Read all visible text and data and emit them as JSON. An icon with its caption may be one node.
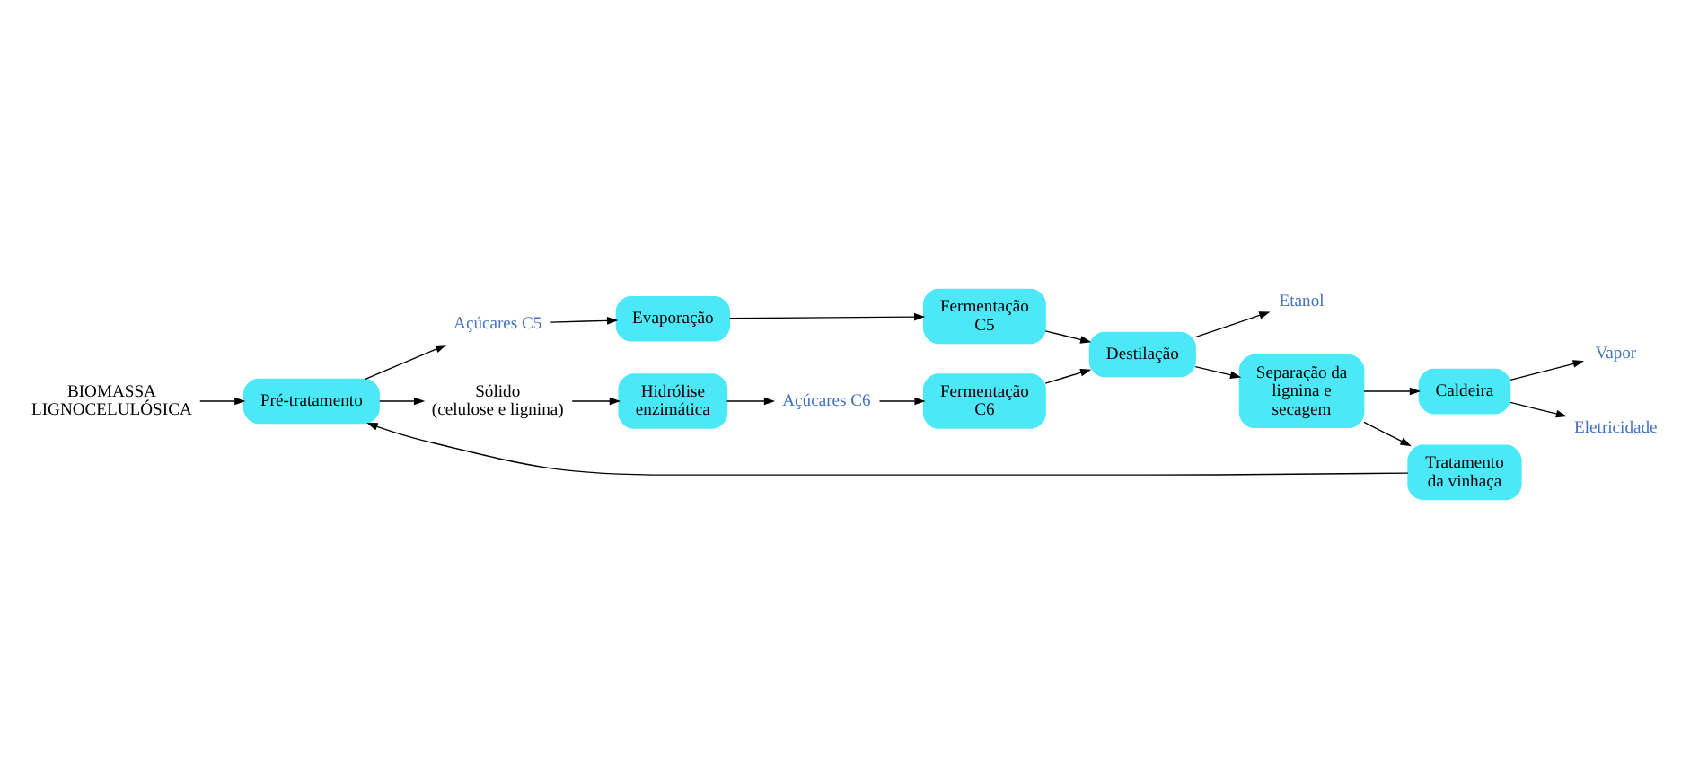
{
  "diagram": {
    "nodes": [
      {
        "text": [
          "BIOMASSA LIGNOCELULÓSICA"
        ]
      },
      {
        "text": [
          "Pré-tratamento"
        ]
      },
      {
        "text": [
          "Açúcares C5"
        ]
      },
      {
        "text": [
          "Sólido",
          "(celulose e lignina)"
        ]
      },
      {
        "text": [
          "Evaporação"
        ]
      },
      {
        "text": [
          "Fermentação C5"
        ]
      },
      {
        "text": [
          "Hidrólise enzimática"
        ]
      },
      {
        "text": [
          "Açúcares C6"
        ]
      },
      {
        "text": [
          "Fermentação C6"
        ]
      },
      {
        "text": [
          "Destilação"
        ]
      },
      {
        "text": [
          "Etanol"
        ]
      },
      {
        "text": [
          "Tratamento da vinhaça"
        ]
      },
      {
        "text": [
          "Vapor"
        ]
      },
      {
        "text": [
          "Eletricidade"
        ]
      },
      {
        "text": [
          "Caldeira"
        ]
      },
      {
        "text": [
          "Separação da lignina e secagem"
        ]
      }
    ],
    "edges": [
      {
        "from": 0,
        "to": 1,
        "arrow": "to"
      },
      {
        "from": 1,
        "to": 2,
        "arrow": "to"
      },
      {
        "from": 1,
        "to": 3,
        "arrow": "to"
      },
      {
        "from": 2,
        "to": 4,
        "arrow": "to"
      },
      {
        "from": 4,
        "to": 5,
        "arrow": "to"
      },
      {
        "from": 3,
        "to": 6,
        "arrow": "to"
      },
      {
        "from": 6,
        "to": 7,
        "arrow": "to"
      },
      {
        "from": 7,
        "to": 8,
        "arrow": "to"
      },
      {
        "from": 8,
        "to": 9,
        "arrow": "to"
      },
      {
        "from": 5,
        "to": 9,
        "arrow": "to"
      },
      {
        "from": 9,
        "to": 10,
        "arrow": "to"
      },
      {
        "from": 9,
        "to": 15,
        "arrow": "to"
      },
      {
        "from": 15,
        "to": 11,
        "arrow": "to"
      },
      {
        "from": 11,
        "to": 1,
        "arrow": "to"
      },
      {
        "from": 15,
        "to": 14,
        "arrow": "to"
      },
      {
        "from": 14,
        "to": 13,
        "arrow": "to"
      },
      {
        "from": 14,
        "to": 12,
        "arrow": "to"
      }
    ]
  }
}
